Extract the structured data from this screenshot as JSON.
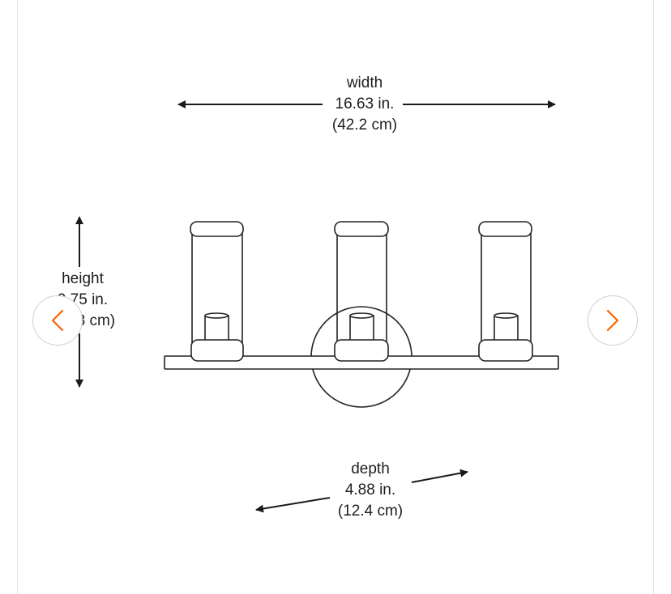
{
  "dimensions": {
    "width": {
      "label": "width",
      "value": "16.63 in.",
      "metric": "(42.2 cm)"
    },
    "height": {
      "label": "height",
      "value": "9.75 in.",
      "metric": "(24.8 cm)"
    },
    "depth": {
      "label": "depth",
      "value": "4.88 in.",
      "metric": "(12.4 cm)"
    }
  },
  "carousel": {
    "prev_icon": "chevron-left-icon",
    "next_icon": "chevron-right-icon",
    "accent_color": "#f96302"
  }
}
